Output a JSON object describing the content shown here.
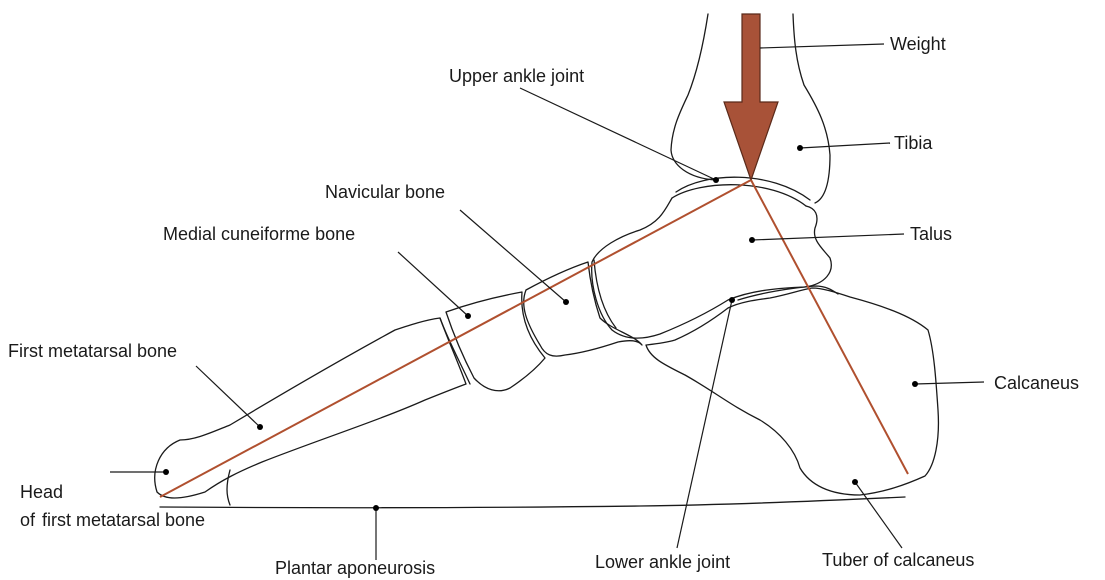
{
  "labels": {
    "weight": "Weight",
    "upper_ankle_joint": "Upper ankle joint",
    "tibia": "Tibia",
    "navicular_bone": "Navicular bone",
    "medial_cuneiforme_bone": "Medial cuneiforme bone",
    "talus": "Talus",
    "first_metatarsal_bone": "First metatarsal bone",
    "calcaneus": "Calcaneus",
    "head_line1": "Head",
    "head_line2": "of",
    "head_line3": "first metatarsal bone",
    "plantar_aponeurosis": "Plantar aponeurosis",
    "lower_ankle_joint": "Lower ankle joint",
    "tuber_of_calcaneus": "Tuber of calcaneus"
  },
  "colors": {
    "arrow_fill": "#a85238",
    "arrow_stroke": "#5a2a1a",
    "arch_line": "#b0502f",
    "outline": "#1a1a1a"
  }
}
